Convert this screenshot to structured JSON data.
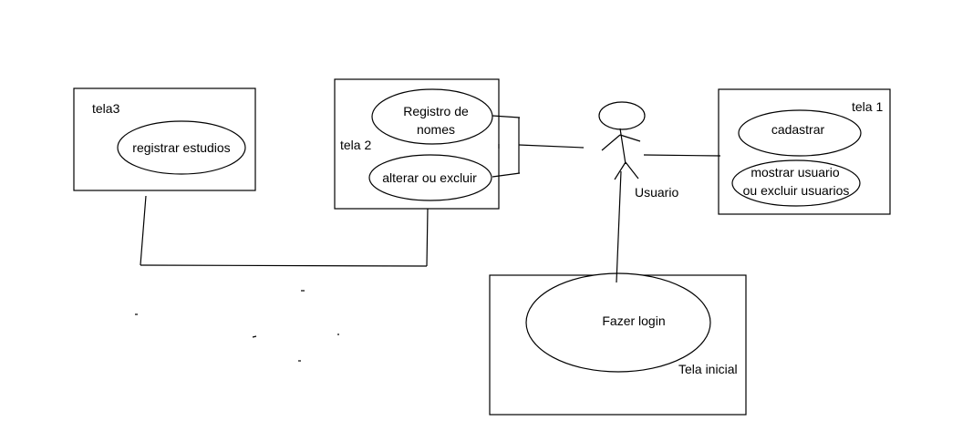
{
  "screens": {
    "tela3": {
      "label": "tela3",
      "use_case": "registrar estudios"
    },
    "tela2": {
      "label": "tela 2",
      "use_case_1_line1": "Registro de",
      "use_case_1_line2": "nomes",
      "use_case_2": "alterar ou excluir"
    },
    "tela1": {
      "label": "tela 1",
      "use_case_1": "cadastrar",
      "use_case_2_line1": "mostrar usuario",
      "use_case_2_line2": "ou excluir usuarios"
    },
    "tela_inicial": {
      "label": "Tela inicial",
      "use_case": "Fazer login"
    }
  },
  "actor": {
    "label": "Usuario"
  }
}
